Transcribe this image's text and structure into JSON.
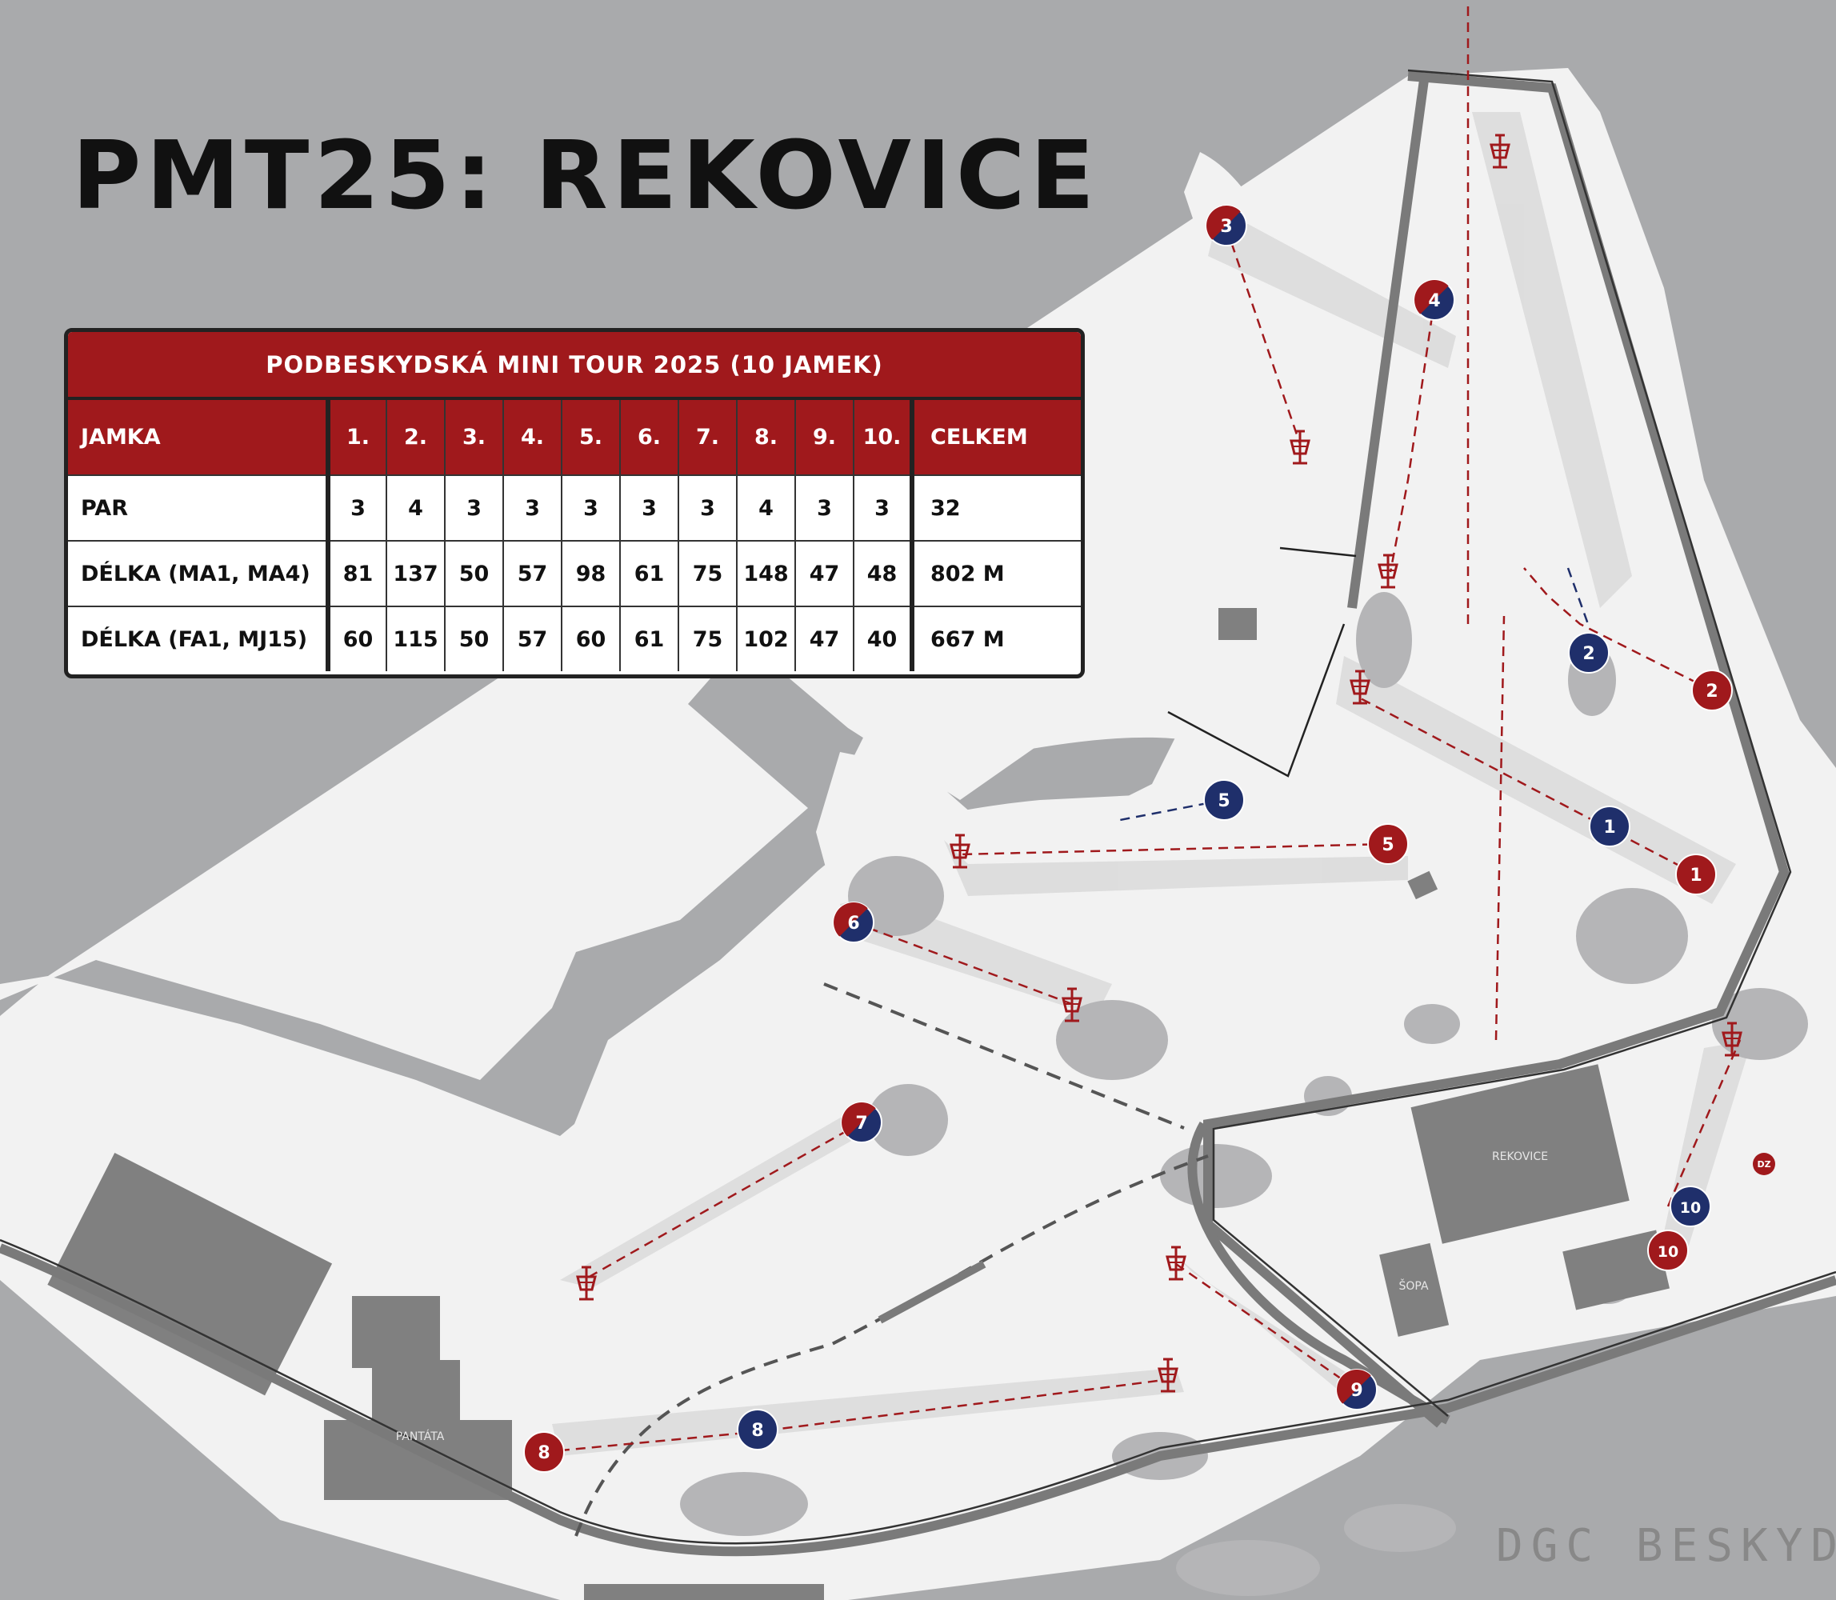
{
  "title": "PMT25: REKOVICE",
  "scorecard": {
    "heading": "PODBESKYDSKÁ MINI TOUR 2025 (10 JAMEK)",
    "row_label_header": "JAMKA",
    "holes": [
      "1.",
      "2.",
      "3.",
      "4.",
      "5.",
      "6.",
      "7.",
      "8.",
      "9.",
      "10."
    ],
    "total_header": "CELKEM",
    "rows": [
      {
        "label": "PAR",
        "values": [
          "3",
          "4",
          "3",
          "3",
          "3",
          "3",
          "3",
          "4",
          "3",
          "3"
        ],
        "total": "32"
      },
      {
        "label": "DÉLKA (MA1, MA4)",
        "values": [
          "81",
          "137",
          "50",
          "57",
          "98",
          "61",
          "75",
          "148",
          "47",
          "48"
        ],
        "total": "802 M"
      },
      {
        "label": "DÉLKA (FA1, MJ15)",
        "values": [
          "60",
          "115",
          "50",
          "57",
          "60",
          "61",
          "75",
          "102",
          "47",
          "40"
        ],
        "total": "667 M"
      }
    ]
  },
  "tees": [
    {
      "label": "1",
      "style": "blue"
    },
    {
      "label": "1",
      "style": "red"
    },
    {
      "label": "2",
      "style": "blue"
    },
    {
      "label": "2",
      "style": "red"
    },
    {
      "label": "3",
      "style": "split"
    },
    {
      "label": "4",
      "style": "split"
    },
    {
      "label": "5",
      "style": "blue"
    },
    {
      "label": "5",
      "style": "red"
    },
    {
      "label": "6",
      "style": "split"
    },
    {
      "label": "7",
      "style": "split"
    },
    {
      "label": "8",
      "style": "red"
    },
    {
      "label": "8",
      "style": "blue"
    },
    {
      "label": "9",
      "style": "split"
    },
    {
      "label": "10",
      "style": "blue"
    },
    {
      "label": "10",
      "style": "red"
    }
  ],
  "buildings": {
    "rekovice": "REKOVICE",
    "sopa": "ŠOPA",
    "pantata": "PANTÁTA"
  },
  "drop_zone": "DZ",
  "brand": "DGC BESKYD",
  "colors": {
    "background": "#a9aaac",
    "fairway_area": "#f2f2f2",
    "path": "#a0191c",
    "tee_red": "#a0191c",
    "tee_blue": "#1f2f6b",
    "road": "#7a7a7a",
    "building": "#808080"
  }
}
